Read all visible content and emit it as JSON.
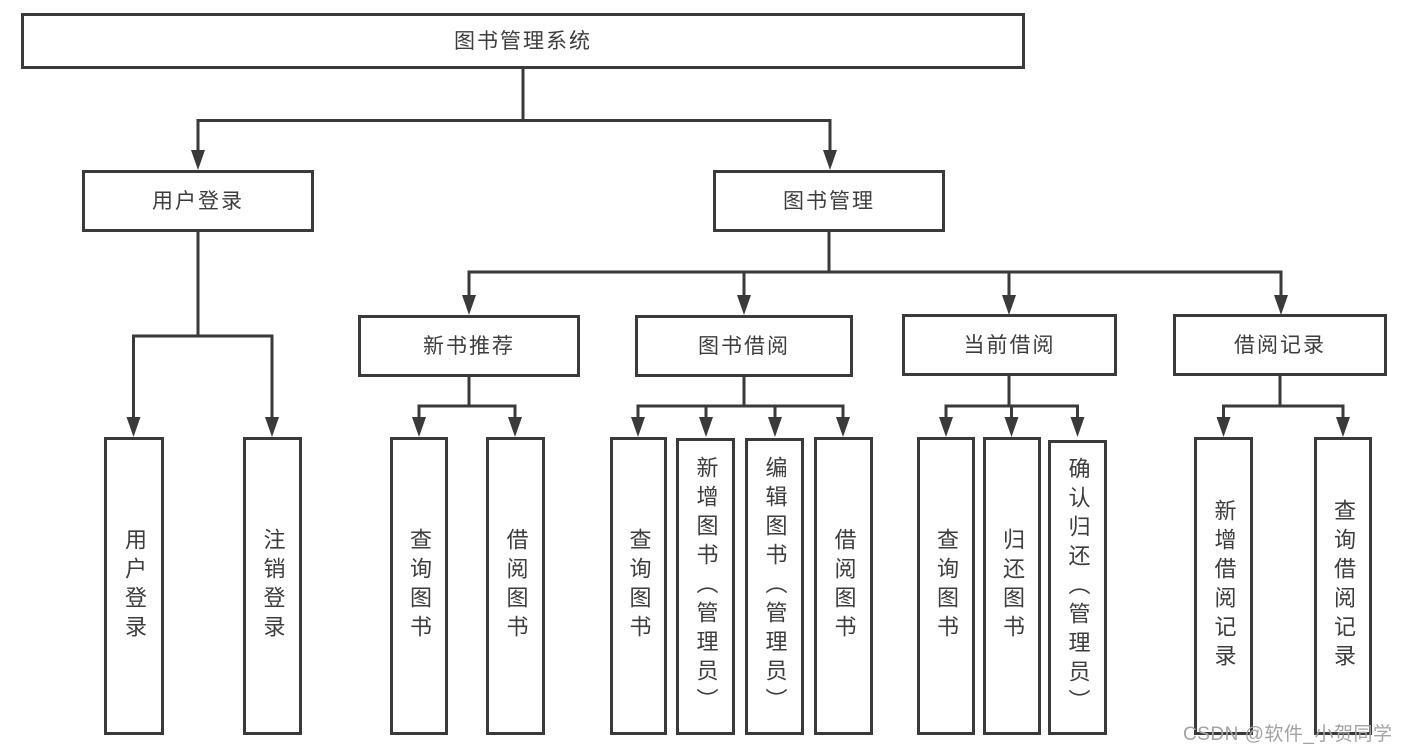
{
  "root": {
    "label": "图书管理系统"
  },
  "level2": {
    "user_login": "用户登录",
    "book_management": "图书管理"
  },
  "level3": {
    "new_books": "新书推荐",
    "book_borrow": "图书借阅",
    "current_borrow": "当前借阅",
    "borrow_records": "借阅记录"
  },
  "leaves": {
    "user_login": [
      "用户登录",
      "注销登录"
    ],
    "new_books": [
      "查询图书",
      "借阅图书"
    ],
    "book_borrow": [
      "查询图书",
      "新增图书（管理员）",
      "编辑图书（管理员）",
      "借阅图书"
    ],
    "current_borrow": [
      "查询图书",
      "归还图书",
      "确认归还（管理员）"
    ],
    "borrow_records": [
      "新增借阅记录",
      "查询借阅记录"
    ]
  },
  "watermark": "CSDN @软件_小贺同学",
  "colors": {
    "line": "#3a3a3a",
    "text": "#3d3d3d",
    "watermark": "#a3a3a3",
    "background": "#ffffff"
  }
}
